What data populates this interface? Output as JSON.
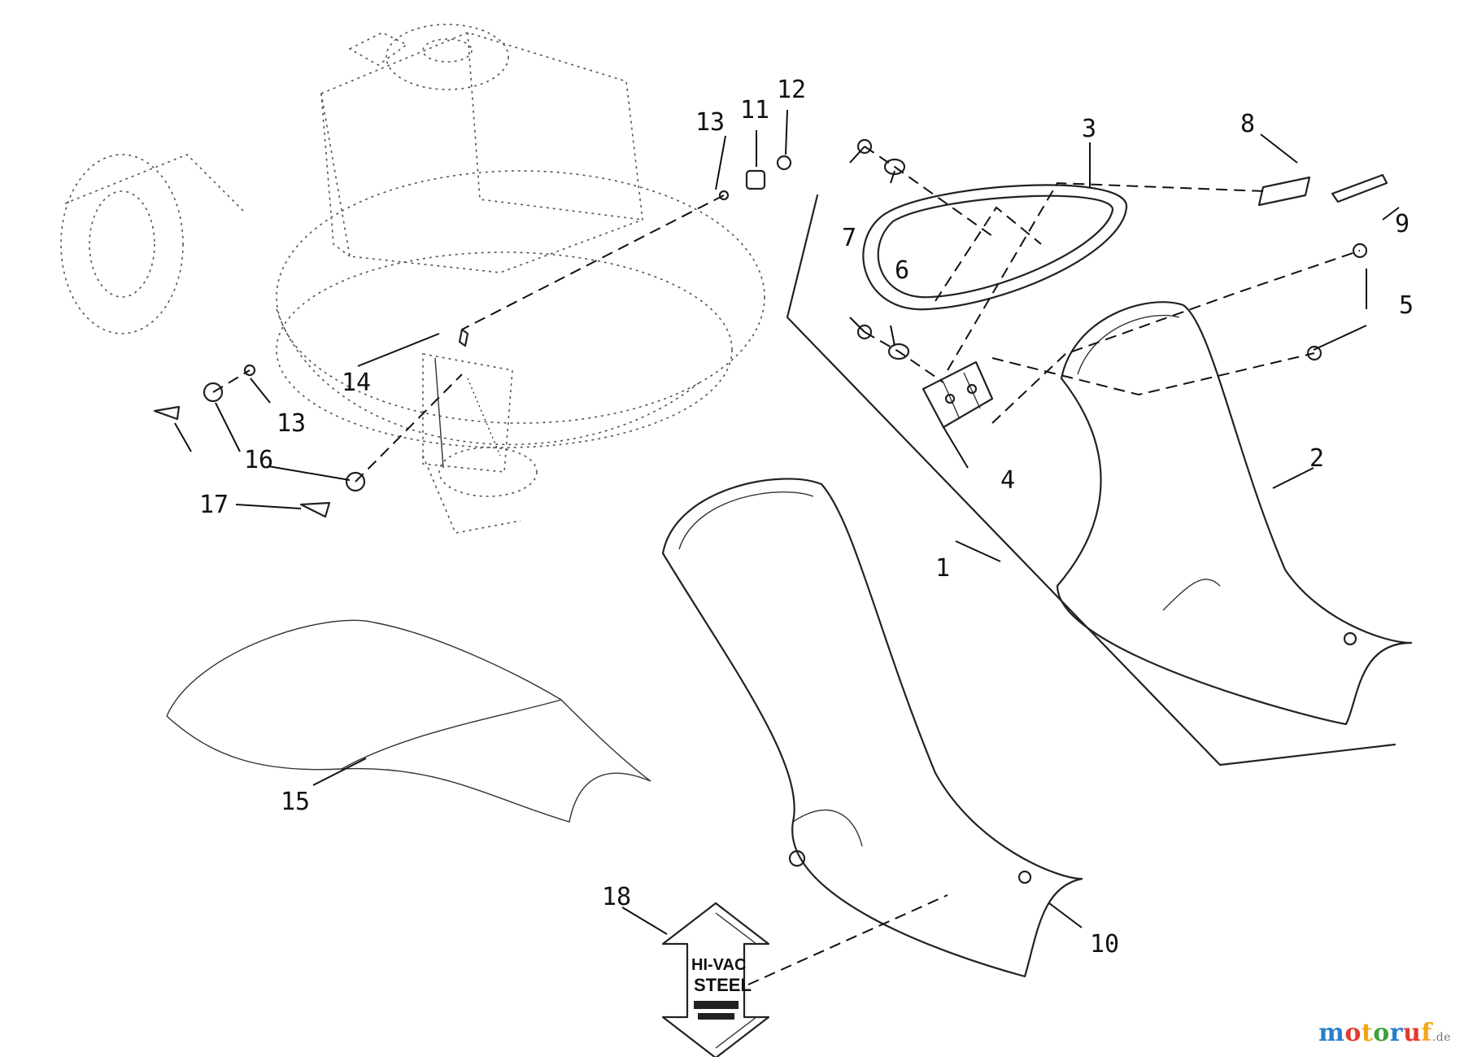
{
  "callouts": [
    "1",
    "2",
    "3",
    "4",
    "5",
    "6",
    "7",
    "8",
    "9",
    "10",
    "11",
    "12",
    "13",
    "13",
    "14",
    "15",
    "16",
    "17",
    "18"
  ],
  "decal": {
    "line1": "HI-VAC",
    "line2": "STEEL"
  },
  "watermark": {
    "name": "motoruf",
    "tld": ".de"
  },
  "colors": {
    "ink": "#111111",
    "wm_m": "#2a7fc9",
    "wm_o": "#e23b2e",
    "wm_t": "#f2a516",
    "wm_o2": "#3aa23a",
    "wm_r": "#2a7fc9",
    "wm_u": "#e23b2e",
    "wm_f": "#f2a516"
  }
}
